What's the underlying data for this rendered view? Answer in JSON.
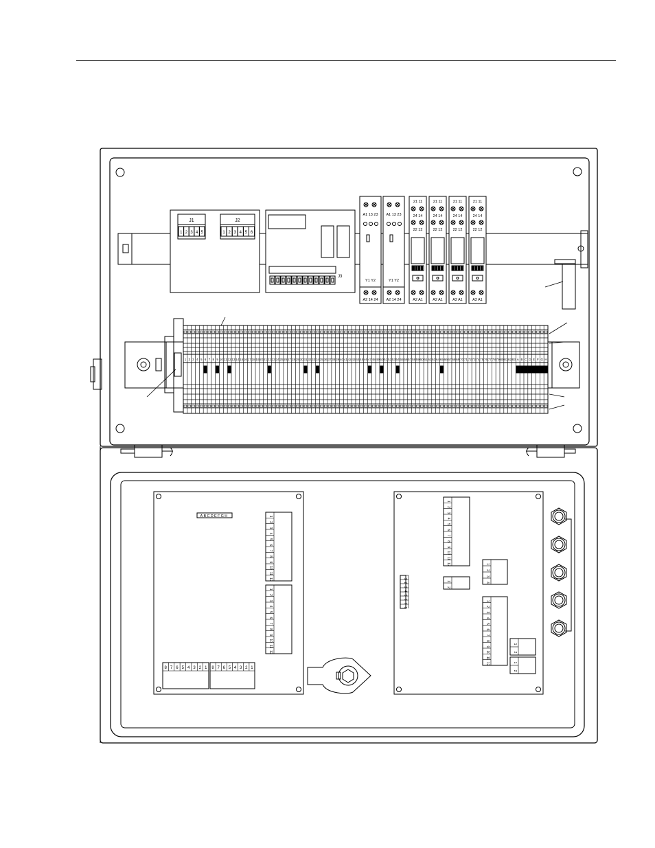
{
  "drawing": {
    "connectors": {
      "j1": {
        "label": "J1",
        "pins": [
          "1",
          "2",
          "3",
          "4",
          "5"
        ]
      },
      "j2": {
        "label": "J2",
        "pins": [
          "1",
          "2",
          "3",
          "4",
          "5",
          "6"
        ]
      },
      "j3": {
        "label": "J3"
      }
    },
    "safety_relays": [
      {
        "top": "A1  13  23",
        "mid": "Y1  Y2",
        "bottom": "A2  14  24"
      },
      {
        "top": "A1  13  23",
        "mid": "Y1  Y2",
        "bottom": "A2  14  24"
      }
    ],
    "relays": [
      {
        "r1": "21  11",
        "r2": "24  14",
        "r3": "22  12",
        "bottom": "A2  A1"
      },
      {
        "r1": "21  11",
        "r2": "24  14",
        "r3": "22  12",
        "bottom": "A2  A1"
      },
      {
        "r1": "21  11",
        "r2": "24  14",
        "r3": "22  12",
        "bottom": "A2  A1"
      },
      {
        "r1": "21  11",
        "r2": "24  14",
        "r3": "22  12",
        "bottom": "A2  A1"
      }
    ],
    "terminal_block": {
      "numbered": [
        "1",
        "2",
        "3",
        "4",
        "5",
        "6",
        "7",
        "8",
        "9",
        "10",
        "11",
        "12",
        "13",
        "14",
        "15",
        "16",
        "17",
        "18",
        "19",
        "20",
        "21",
        "22",
        "23",
        "24",
        "25",
        "26",
        "27",
        "28",
        "29",
        "30",
        "31",
        "32",
        "33",
        "34",
        "35",
        "36",
        "37",
        "38",
        "39",
        "40",
        "41",
        "42",
        "43",
        "44",
        "45",
        "46",
        "47",
        "48",
        "49",
        "50",
        "51",
        "52",
        "53",
        "54",
        "55",
        "56",
        "57",
        "58",
        "59",
        "60",
        "61",
        "62",
        "63",
        "64",
        "65",
        "66",
        "67",
        "68",
        "69",
        "70",
        "71",
        "72",
        "73",
        "74",
        "75",
        "76",
        "77",
        "78",
        "79",
        "80",
        "81",
        "82",
        "83"
      ],
      "lettered": [
        "A",
        "B",
        "C",
        "D",
        "E",
        "F",
        "G",
        "H"
      ]
    },
    "door_left_board": {
      "top_strip": "ABCDEFGH",
      "strip_a": [
        "1",
        "2",
        "3",
        "4",
        "5",
        "6",
        "7",
        "8",
        "9",
        "10",
        "11",
        "12"
      ],
      "strip_b": [
        "1",
        "2",
        "3",
        "4",
        "5",
        "6",
        "7",
        "8",
        "9",
        "10",
        "11",
        "12"
      ],
      "bottom_a": [
        "8",
        "7",
        "6",
        "5",
        "4",
        "3",
        "2",
        "1"
      ],
      "bottom_b": [
        "8",
        "7",
        "6",
        "5",
        "4",
        "3",
        "2",
        "1"
      ]
    },
    "door_right_board": {
      "strip_top": [
        "1",
        "2",
        "3",
        "4",
        "5",
        "6",
        "7",
        "8",
        "9",
        "10",
        "11",
        "12"
      ],
      "strip_small_a": [
        "1",
        "2",
        "3",
        "4"
      ],
      "strip_small_b": [
        "1",
        "2"
      ],
      "strip_bottom": [
        "1",
        "2",
        "3",
        "4",
        "5",
        "6",
        "7",
        "8",
        "9",
        "10",
        "11",
        "12"
      ],
      "side_strip": [
        "1",
        "2",
        "3",
        "4",
        "5",
        "6",
        "7",
        "8"
      ],
      "corner_a": [
        "1",
        "2"
      ],
      "corner_b": [
        "1",
        "2"
      ]
    }
  }
}
